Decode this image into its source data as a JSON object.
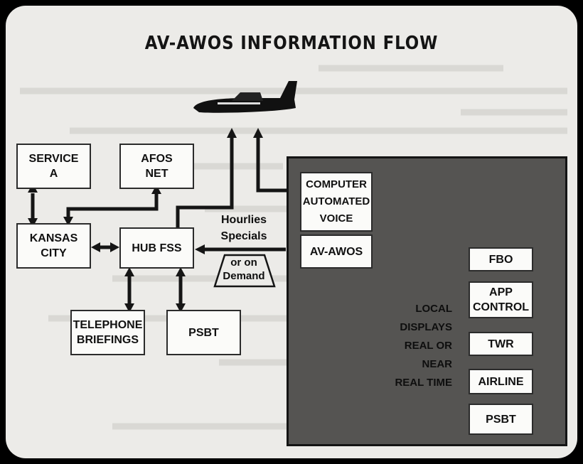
{
  "title": "AV-AWOS INFORMATION FLOW",
  "nodes": {
    "service_a": "SERVICE\nA",
    "afos_net": "AFOS\nNET",
    "kansas_city": "KANSAS\nCITY",
    "hub_fss": "HUB FSS",
    "telephone_briefings": "TELEPHONE\nBRIEFINGS",
    "psbt_left": "PSBT",
    "computer_voice": "COMPUTER\nAUTOMATED\nVOICE",
    "av_awos": "AV-AWOS",
    "fbo": "FBO",
    "app_control": "APP\nCONTROL",
    "twr": "TWR",
    "airline": "AIRLINE",
    "psbt_right": "PSBT"
  },
  "labels": {
    "hourlies": "Hourlies\nSpecials",
    "or_on": "or on",
    "demand": "Demand",
    "local_displays": "LOCAL\nDISPLAYS\nREAL OR\nNEAR\nREAL TIME"
  },
  "colors": {
    "panel": "#555452",
    "box": "#fbfbf9",
    "line": "#151515"
  }
}
